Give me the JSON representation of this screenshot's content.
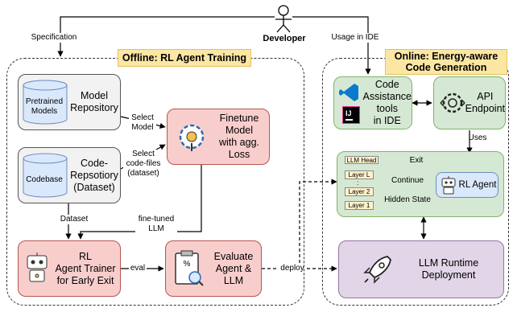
{
  "actor": {
    "label": "Developer"
  },
  "edge_labels": {
    "specification": "Specification",
    "usage_in_ide": "Usage in IDE",
    "select_model": "Select\nModel",
    "select_code_files": "Select\ncode-files\n(dataset)",
    "dataset": "Dataset",
    "fine_tuned_llm": "fine-tuned\nLLM",
    "eval": "eval",
    "deploy": "deploy",
    "uses": "Uses",
    "exit": "Exit",
    "continue": "Continue",
    "hidden_state": "Hidden State"
  },
  "offline": {
    "title": "Offline: RL Agent Training",
    "model_repo": {
      "db_label": "Pretrained\nModels",
      "label": "Model\nRepository"
    },
    "code_repo": {
      "db_label": "Codebase",
      "label": "Code-\nRepsotiory\n(Dataset)"
    },
    "finetune": {
      "label": "Finetune\nModel\nwith agg.\nLoss"
    },
    "rl_trainer": {
      "label": "RL\nAgent Trainer\nfor Early Exit"
    },
    "evaluate": {
      "label": "Evaluate\nAgent &\nLLM"
    }
  },
  "online": {
    "title": "Online: Energy-aware\nCode Generation",
    "code_assistance": {
      "label": "Code\nAssistance\ntools\nin IDE"
    },
    "api_endpoint": {
      "label": "API\nEndpoint"
    },
    "llm_block": {
      "layers": [
        "LLM Head",
        "Layer L",
        "Layer 2",
        "Layer 1"
      ],
      "dots": ":",
      "rl_agent": "RL Agent"
    },
    "runtime": {
      "label": "LLM Runtime\nDeployment"
    }
  },
  "colors": {
    "title_fill": "#fbe7a3",
    "pink": "#f8cecc",
    "green": "#d5e8d4",
    "purple": "#e1d5e7",
    "gray": "#f2f2f2",
    "db_blue": "#dae8fc"
  },
  "icons": [
    "user-icon",
    "database-icon",
    "gear-brain-icon",
    "robot-icon",
    "clipboard-check-icon",
    "vscode-icon",
    "intellij-icon",
    "api-gear-icon",
    "rocket-icon"
  ]
}
